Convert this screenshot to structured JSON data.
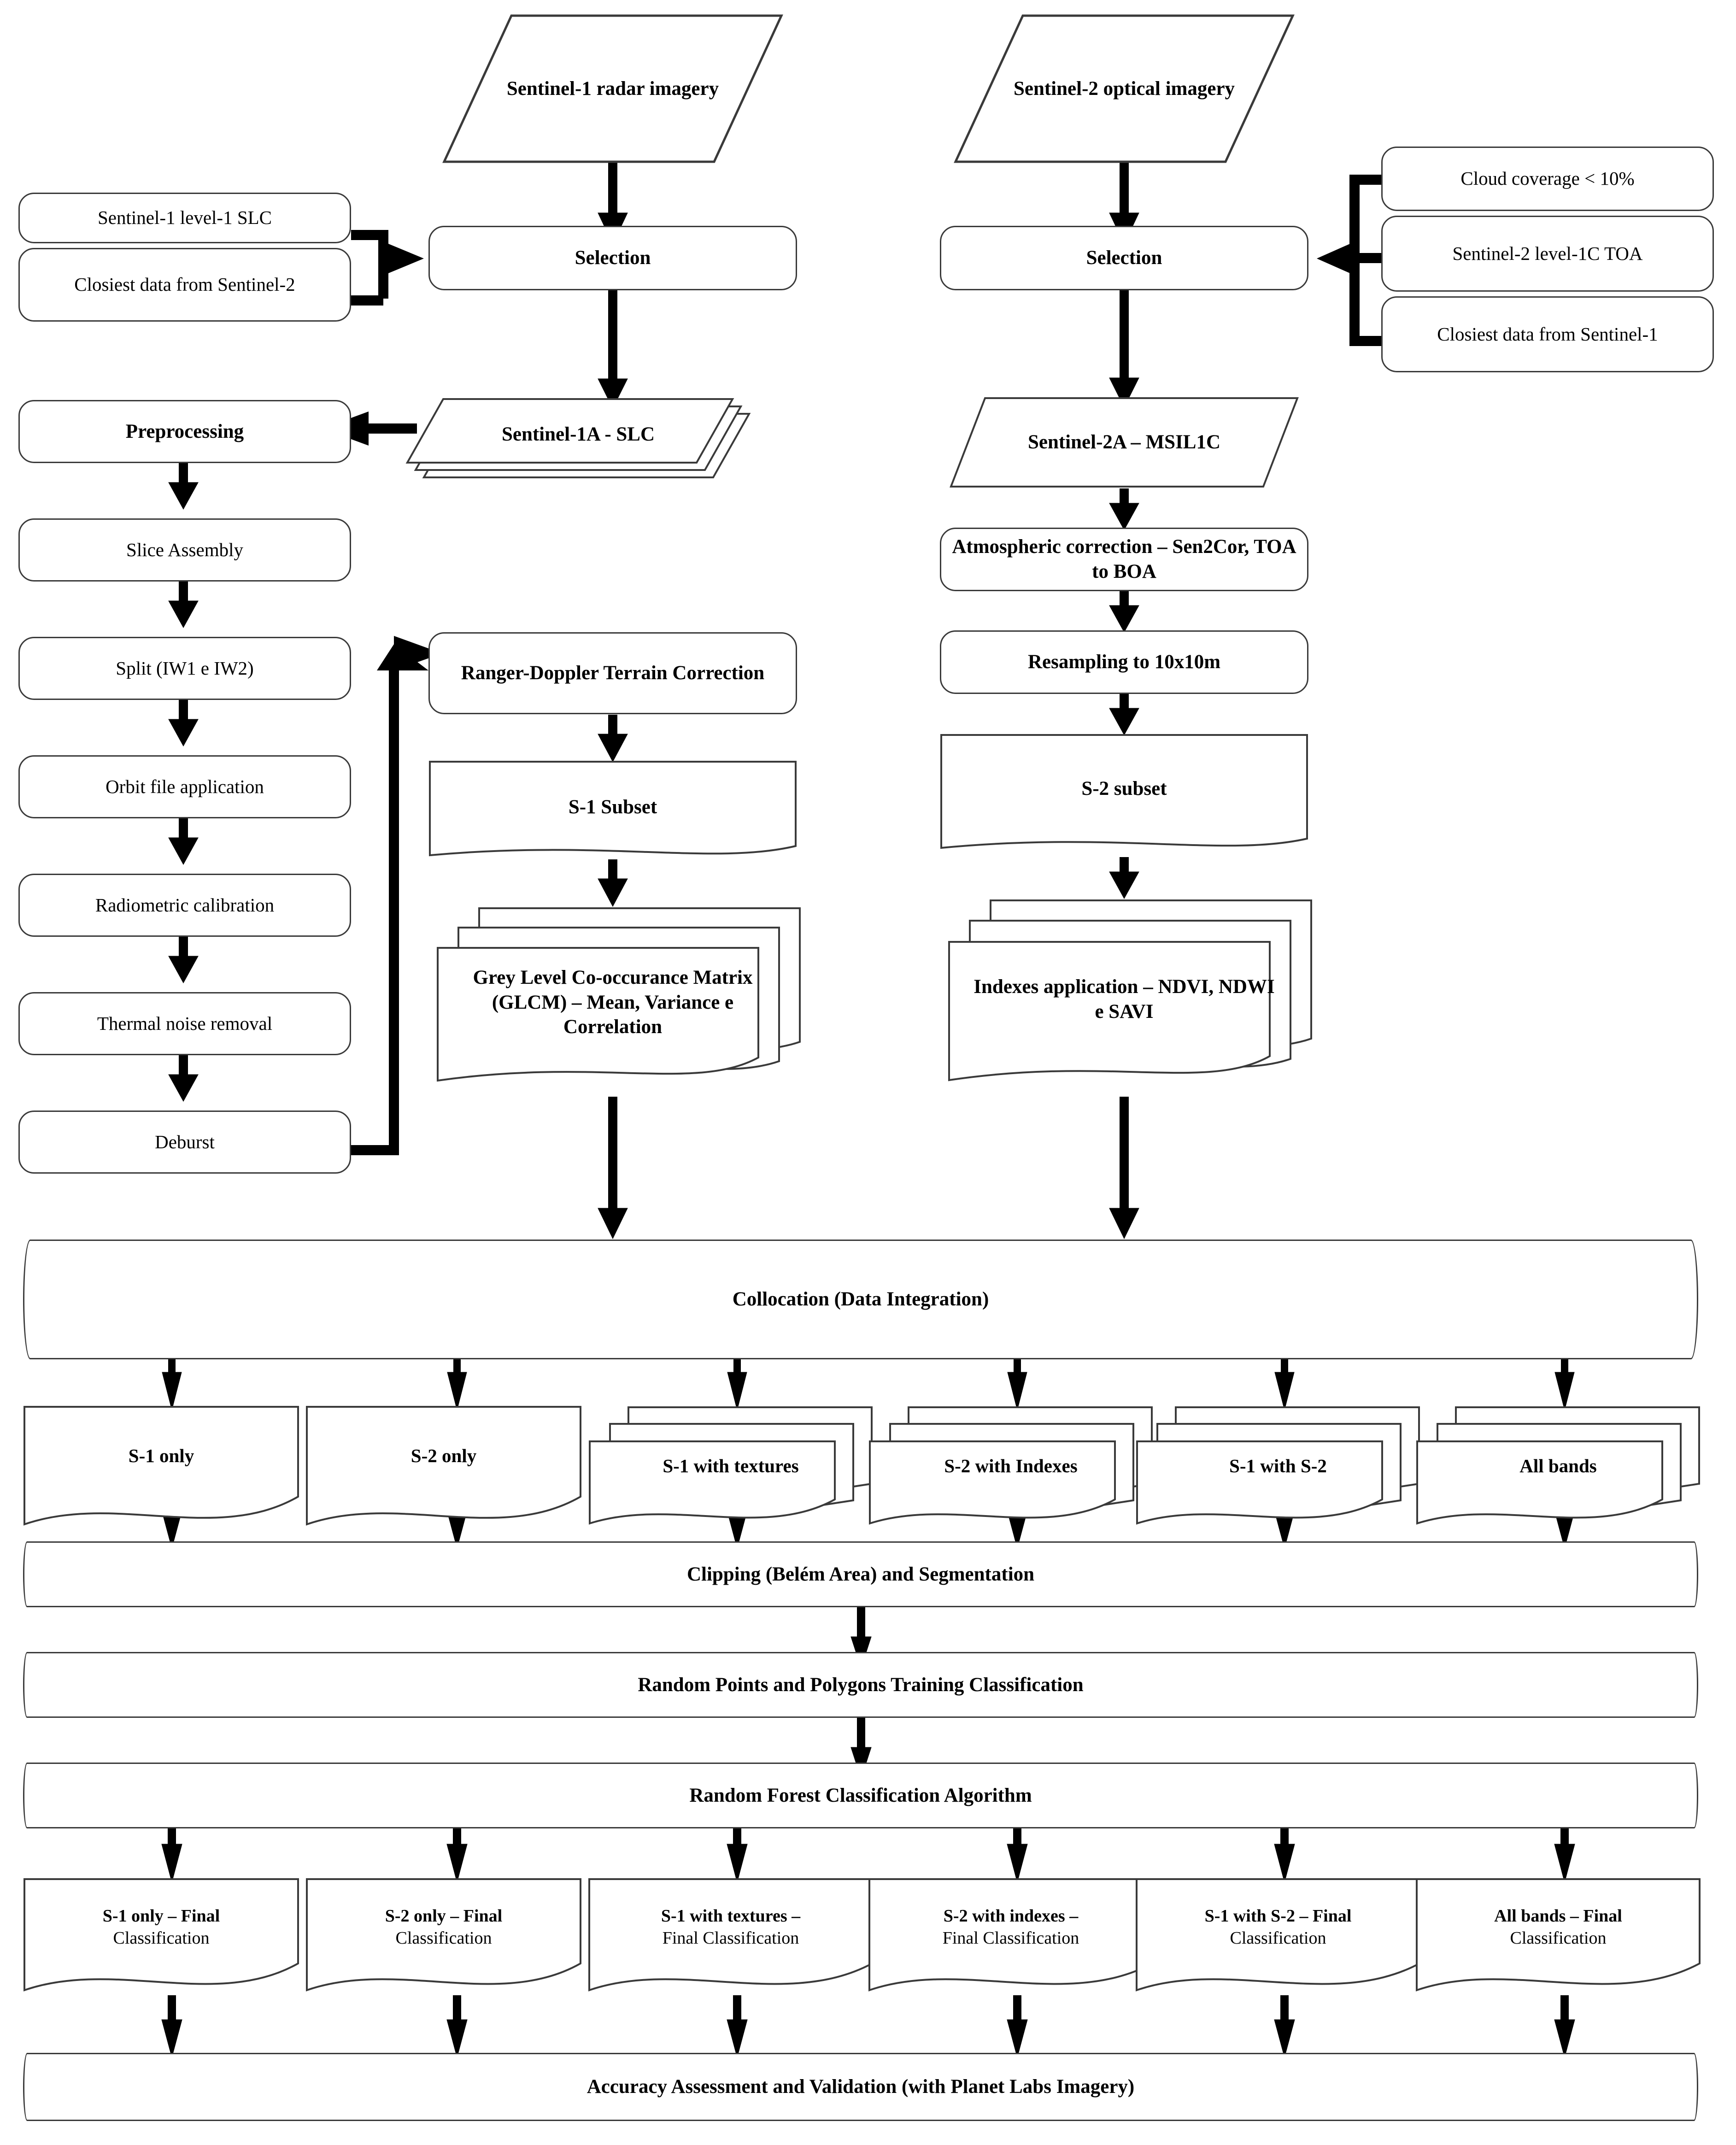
{
  "diagram": {
    "title": "Sentinel-1 / Sentinel-2 Random Forest classification workflow",
    "stroke_color": "#3a3a3a",
    "arrow_color": "#000000",
    "background": "#ffffff"
  },
  "inputs": {
    "s1_imagery": "Sentinel-1 radar imagery",
    "s2_imagery": "Sentinel-2 optical imagery"
  },
  "selection": {
    "s1_label": "Selection",
    "s2_label": "Selection"
  },
  "s1_criteria": [
    "Sentinel-1 level-1 SLC",
    "Closiest data from Sentinel-2"
  ],
  "s2_criteria": [
    "Cloud coverage < 10%",
    "Sentinel-2 level-1C TOA",
    "Closiest data from Sentinel-1"
  ],
  "products": {
    "s1_product": "Sentinel-1A - SLC",
    "s2_product": "Sentinel-2A – MSIL1C"
  },
  "s1_chain": {
    "header": "Preprocessing",
    "steps": [
      "Slice Assembly",
      "Split (IW1 e IW2)",
      "Orbit file application",
      "Radiometric calibration",
      "Thermal noise removal",
      "Deburst"
    ]
  },
  "s1_mid": {
    "terrain_correction": "Ranger-Doppler Terrain Correction",
    "subset": "S-1 Subset",
    "glcm": "Grey Level Co-occurance Matrix (GLCM) – Mean, Variance e Correlation"
  },
  "s2_chain": {
    "atmospheric": "Atmospheric correction – Sen2Cor, TOA to BOA",
    "resampling": "Resampling to 10x10m",
    "subset": "S-2 subset",
    "indexes": "Indexes application – NDVI, NDWI e SAVI"
  },
  "collocation": "Collocation (Data Integration)",
  "datasets": [
    {
      "label": "S-1 only",
      "multi": false
    },
    {
      "label": "S-2 only",
      "multi": false
    },
    {
      "label": "S-1 with textures",
      "multi": true
    },
    {
      "label": "S-2 with Indexes",
      "multi": true
    },
    {
      "label": "S-1 with S-2",
      "multi": true
    },
    {
      "label": "All bands",
      "multi": true
    }
  ],
  "pipeline": {
    "clipping": "Clipping (Belém Area) and Segmentation",
    "training": "Random Points and Polygons Training Classification",
    "classifier": "Random Forest Classification Algorithm"
  },
  "final_classifications": [
    {
      "bold": "S-1 only – Final",
      "rest": "Classification"
    },
    {
      "bold": "S-2 only – Final",
      "rest": "Classification"
    },
    {
      "bold": "S-1 with textures –",
      "rest": "Final Classification"
    },
    {
      "bold": "S-2 with indexes –",
      "rest": "Final Classification"
    },
    {
      "bold": "S-1 with S-2 – Final",
      "rest": "Classification"
    },
    {
      "bold": "All bands – Final",
      "rest": "Classification"
    }
  ],
  "accuracy": "Accuracy Assessment and Validation (with Planet Labs Imagery)"
}
